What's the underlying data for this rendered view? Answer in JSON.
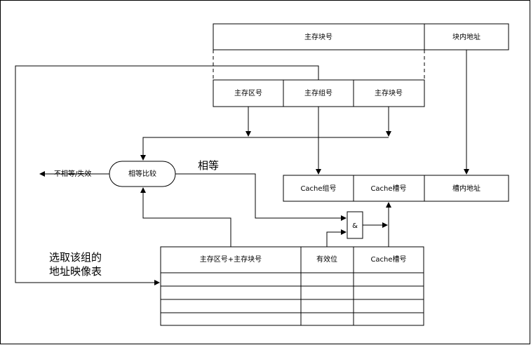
{
  "top_address": {
    "block_number": "主存块号",
    "in_block_address": "块内地址"
  },
  "split_address": {
    "zone": "主存区号",
    "group": "主存组号",
    "block": "主存块号"
  },
  "cache_address": {
    "group": "Cache组号",
    "slot": "Cache槽号",
    "in_slot": "槽内地址"
  },
  "comparator": {
    "label": "相等比较",
    "not_equal_output": "不相等/失效",
    "equal_output": "相等"
  },
  "and_gate": {
    "label": "&"
  },
  "table": {
    "caption_line1": "选取该组的",
    "caption_line2": "地址映像表",
    "headers": [
      "主存区号+主存块号",
      "有效位",
      "Cache槽号"
    ],
    "empty_rows": 4
  }
}
